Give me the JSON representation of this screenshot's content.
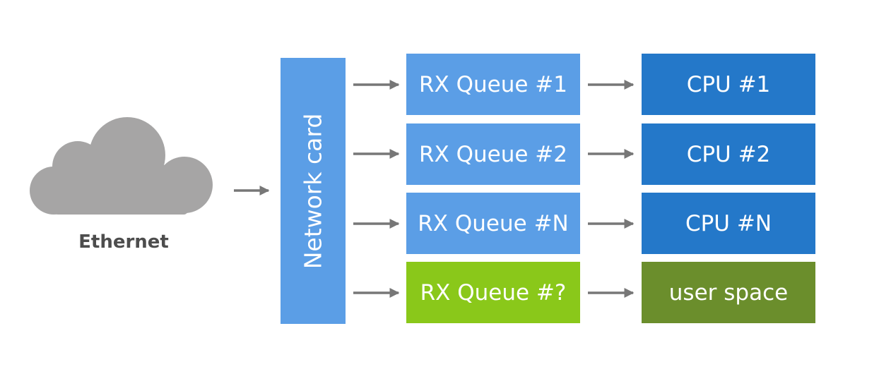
{
  "source": {
    "label": "Ethernet",
    "icon": "cloud-icon"
  },
  "network_card": {
    "label": "Network card"
  },
  "queues": [
    {
      "label": "RX Queue #1"
    },
    {
      "label": "RX Queue #2"
    },
    {
      "label": "RX Queue #N"
    },
    {
      "label": "RX Queue #?"
    }
  ],
  "targets": [
    {
      "label": "CPU #1"
    },
    {
      "label": "CPU #2"
    },
    {
      "label": "CPU #N"
    },
    {
      "label": "user space"
    }
  ],
  "colors": {
    "cloud": "#a6a5a5",
    "arrow": "#777777",
    "network_card": "#5b9ee6",
    "queue": "#5b9ee6",
    "special_queue": "#8ac81a",
    "cpu": "#2478c9",
    "user_space": "#6b8e2c",
    "label_dark": "#4d4d4d"
  }
}
